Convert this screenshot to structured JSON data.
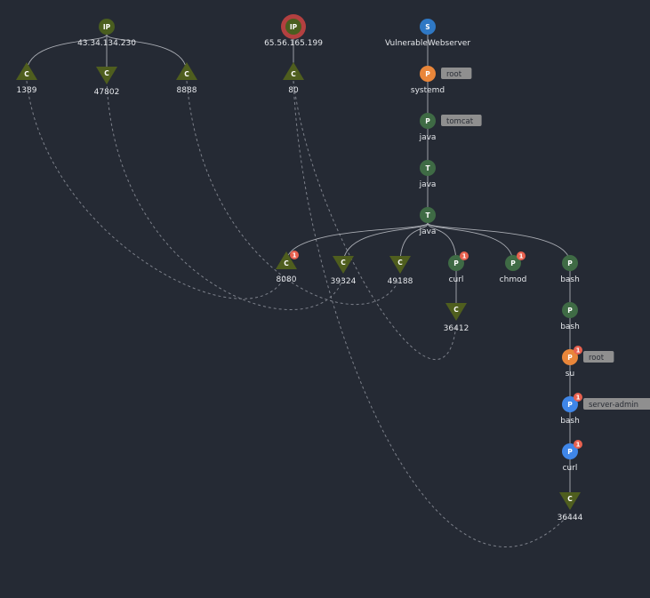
{
  "colors": {
    "background": "#252a34",
    "ip_node": "#4a5e1f",
    "conn_node": "#4f5e1e",
    "process_node": "#3f6b45",
    "thread_node": "#3f6b45",
    "server_node": "#2f78c4",
    "root_process": "#e9863a",
    "admin_process": "#3f86e8",
    "alert_ring": "#b34040",
    "badge": "#e8614f",
    "tag_bg": "#8f8f8f",
    "edge": "#a9acb3",
    "dashed_edge": "#7d818b"
  },
  "nodes": {
    "ip1": {
      "glyph": "IP",
      "label": "43.34.134.230"
    },
    "ip2": {
      "glyph": "IP",
      "label": "65.56.165.199"
    },
    "server": {
      "glyph": "S",
      "label": "VulnerableWebserver"
    },
    "c1389": {
      "glyph": "C",
      "label": "1389"
    },
    "c47802": {
      "glyph": "C",
      "label": "47802"
    },
    "c8888": {
      "glyph": "C",
      "label": "8888"
    },
    "c80": {
      "glyph": "C",
      "label": "80"
    },
    "systemd": {
      "glyph": "P",
      "label": "systemd",
      "tag": "root"
    },
    "java1": {
      "glyph": "P",
      "label": "java",
      "tag": "tomcat"
    },
    "java2": {
      "glyph": "T",
      "label": "java"
    },
    "java3": {
      "glyph": "T",
      "label": "java"
    },
    "c8080": {
      "glyph": "C",
      "label": "8080",
      "badge": "1"
    },
    "c39324": {
      "glyph": "C",
      "label": "39324"
    },
    "c49188": {
      "glyph": "C",
      "label": "49188"
    },
    "curl1": {
      "glyph": "P",
      "label": "curl",
      "badge": "1"
    },
    "chmod": {
      "glyph": "P",
      "label": "chmod",
      "badge": "1"
    },
    "bash1": {
      "glyph": "P",
      "label": "bash"
    },
    "c36412": {
      "glyph": "C",
      "label": "36412"
    },
    "bash2": {
      "glyph": "P",
      "label": "bash"
    },
    "su": {
      "glyph": "P",
      "label": "su",
      "tag": "root",
      "badge": "1"
    },
    "bash3": {
      "glyph": "P",
      "label": "bash",
      "tag": "server-admin",
      "badge": "1"
    },
    "curl2": {
      "glyph": "P",
      "label": "curl",
      "badge": "1"
    },
    "c36444": {
      "glyph": "C",
      "label": "36444"
    }
  },
  "edges": [
    [
      "ip1",
      "c1389"
    ],
    [
      "ip1",
      "c47802"
    ],
    [
      "ip1",
      "c8888"
    ],
    [
      "ip2",
      "c80"
    ],
    [
      "server",
      "systemd"
    ],
    [
      "systemd",
      "java1"
    ],
    [
      "java1",
      "java2"
    ],
    [
      "java2",
      "java3"
    ],
    [
      "java3",
      "c8080"
    ],
    [
      "java3",
      "c39324"
    ],
    [
      "java3",
      "c49188"
    ],
    [
      "java3",
      "curl1"
    ],
    [
      "java3",
      "chmod"
    ],
    [
      "java3",
      "bash1"
    ],
    [
      "curl1",
      "c36412"
    ],
    [
      "bash1",
      "bash2"
    ],
    [
      "bash2",
      "su"
    ],
    [
      "su",
      "bash3"
    ],
    [
      "bash3",
      "curl2"
    ],
    [
      "curl2",
      "c36444"
    ]
  ],
  "links": [
    [
      "c1389",
      "c8080"
    ],
    [
      "c47802",
      "c39324"
    ],
    [
      "c8888",
      "c49188"
    ],
    [
      "c80",
      "c36412"
    ],
    [
      "c80",
      "c36444"
    ]
  ]
}
